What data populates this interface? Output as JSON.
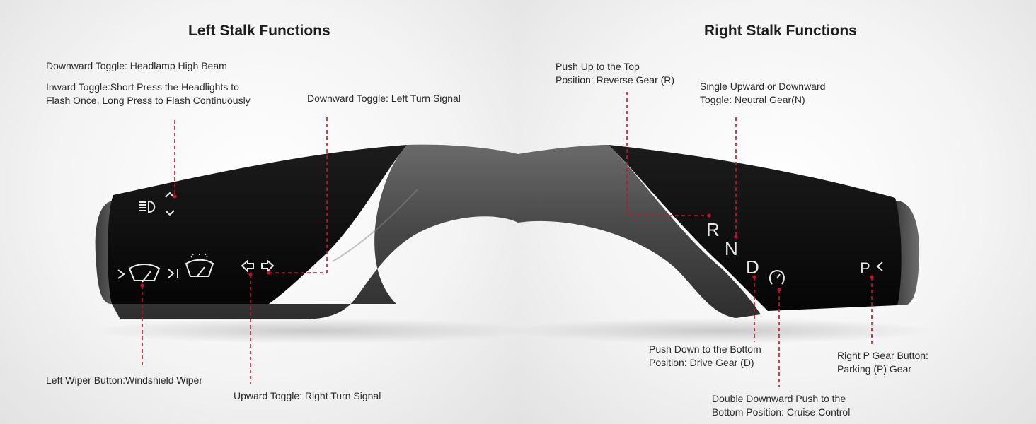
{
  "left": {
    "title": "Left Stalk Functions",
    "labels": {
      "high_beam": "Downward Toggle: Headlamp High Beam",
      "flash": "Inward Toggle:Short Press the Headlights to\nFlash Once, Long Press to Flash Continuously",
      "left_turn": "Downward Toggle: Left Turn Signal",
      "wiper": "Left Wiper Button:Windshield Wiper",
      "right_turn": "Upward Toggle: Right Turn Signal"
    }
  },
  "right": {
    "title": "Right Stalk Functions",
    "labels": {
      "reverse": "Push Up to the Top\nPosition: Reverse Gear (R)",
      "neutral": "Single Upward or Downward\nToggle: Neutral Gear(N)",
      "drive": "Push Down to the Bottom\nPosition: Drive Gear (D)",
      "cruise": "Double Downward Push to the\nBottom Position: Cruise Control",
      "park": "Right P Gear Button:\nParking (P) Gear"
    },
    "gear_letters": {
      "r": "R",
      "n": "N",
      "d": "D",
      "p": "P"
    }
  },
  "colors": {
    "leader_line": "#c8102e",
    "stalk_black": "#121212",
    "stalk_grey": "#565656"
  }
}
